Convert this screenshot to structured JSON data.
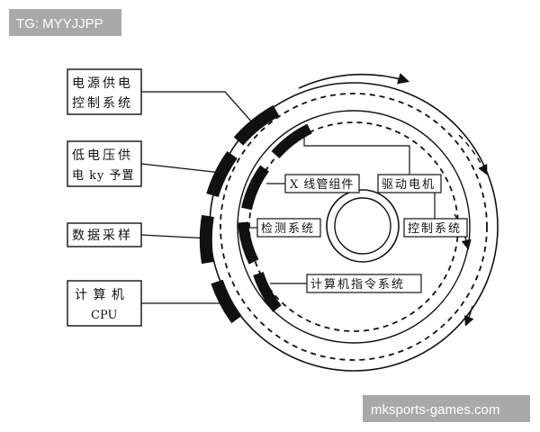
{
  "watermarks": {
    "top_left": "TG: MYYJJPP",
    "bottom_right": "mksports-games.com"
  },
  "left_boxes": [
    {
      "lines": [
        "电源供电",
        "控制系统"
      ]
    },
    {
      "lines": [
        "低电压供",
        "电 ky 予置"
      ]
    },
    {
      "lines": [
        "数据采样"
      ]
    },
    {
      "lines": [
        "计 算 机",
        "CPU"
      ]
    }
  ],
  "inner_labels": {
    "xray_tube": "X 线管组件",
    "drive_motor": "驱动电机",
    "detector": "检测系统",
    "control": "控制系统",
    "computer_command": "计算机指令系统"
  },
  "colors": {
    "ink": "#111111",
    "watermark_bg": "#a9a9a9",
    "background": "#ffffff"
  }
}
